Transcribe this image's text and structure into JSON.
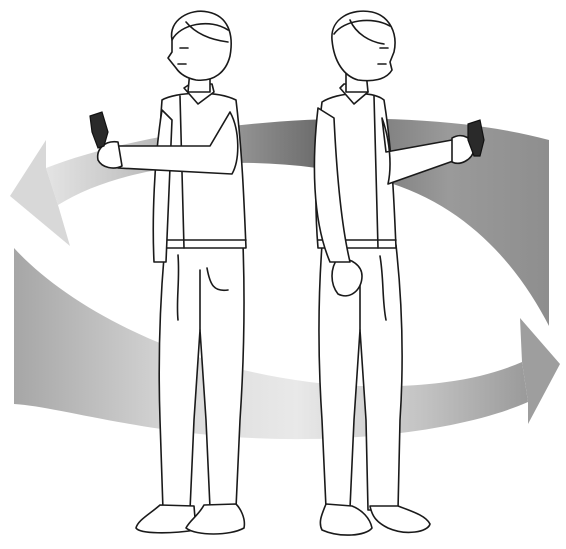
{
  "figure": {
    "background": "#ffffff",
    "arrow_colors": {
      "dark": "#6e6e6e",
      "mid": "#a9a9a9",
      "light": "#e6e6e6"
    },
    "line_color": "#1a1a1a",
    "people": [
      {
        "name": "person-left",
        "facing": "left",
        "holding": "handheld-device"
      },
      {
        "name": "person-right",
        "facing": "right",
        "holding": "handheld-device"
      }
    ],
    "arrows": [
      {
        "name": "upper-arrow",
        "direction": "left"
      },
      {
        "name": "lower-arrow",
        "direction": "right"
      }
    ]
  }
}
